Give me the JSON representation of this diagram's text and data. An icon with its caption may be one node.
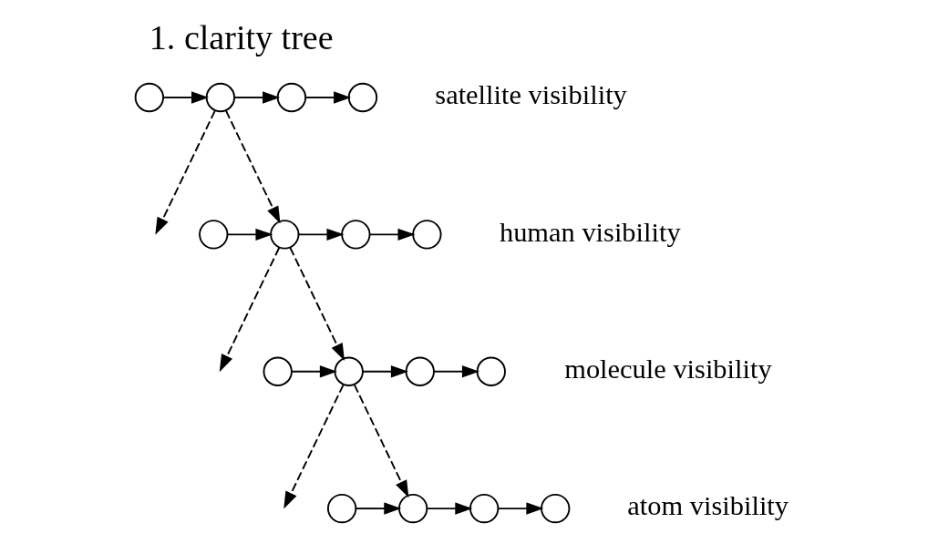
{
  "diagram": {
    "title": "1. clarity tree",
    "nodes": [
      {
        "text": [],
        "shape": "circle"
      },
      {
        "text": [],
        "shape": "circle"
      },
      {
        "text": [],
        "shape": "circle"
      },
      {
        "text": [],
        "shape": "circle",
        "beside": [
          "satellite visibility"
        ]
      },
      {
        "text": [],
        "shape": "circle"
      },
      {
        "text": [],
        "shape": "circle"
      },
      {
        "text": [],
        "shape": "circle"
      },
      {
        "text": [],
        "shape": "circle",
        "beside": [
          "human visibility"
        ]
      },
      {
        "text": [],
        "shape": "circle"
      },
      {
        "text": [],
        "shape": "circle"
      },
      {
        "text": [],
        "shape": "circle"
      },
      {
        "text": [],
        "shape": "circle",
        "beside": [
          "molecule visibility"
        ]
      },
      {
        "text": [],
        "shape": "circle"
      },
      {
        "text": [],
        "shape": "circle"
      },
      {
        "text": [],
        "shape": "circle"
      },
      {
        "text": [],
        "shape": "circle",
        "beside": [
          "atom visibility"
        ]
      }
    ],
    "edges": [
      {
        "from": 0,
        "to": 1,
        "arrow": "to"
      },
      {
        "from": 1,
        "to": 2,
        "arrow": "to"
      },
      {
        "from": 2,
        "to": 3,
        "arrow": "to"
      },
      {
        "from": 1,
        "to": null,
        "arrow": "to",
        "style": "dashed"
      },
      {
        "from": 1,
        "to": 5,
        "arrow": "to",
        "style": "dashed"
      },
      {
        "from": 4,
        "to": 5,
        "arrow": "to"
      },
      {
        "from": 5,
        "to": 6,
        "arrow": "to"
      },
      {
        "from": 6,
        "to": 7,
        "arrow": "to"
      },
      {
        "from": 5,
        "to": null,
        "arrow": "to",
        "style": "dashed"
      },
      {
        "from": 5,
        "to": 9,
        "arrow": "to",
        "style": "dashed"
      },
      {
        "from": 8,
        "to": 9,
        "arrow": "to"
      },
      {
        "from": 9,
        "to": 10,
        "arrow": "to"
      },
      {
        "from": 10,
        "to": 11,
        "arrow": "to"
      },
      {
        "from": 9,
        "to": null,
        "arrow": "to",
        "style": "dashed"
      },
      {
        "from": 9,
        "to": 13,
        "arrow": "to",
        "style": "dashed"
      },
      {
        "from": 12,
        "to": 13,
        "arrow": "to"
      },
      {
        "from": 13,
        "to": 14,
        "arrow": "to"
      },
      {
        "from": 14,
        "to": 15,
        "arrow": "to"
      }
    ]
  }
}
